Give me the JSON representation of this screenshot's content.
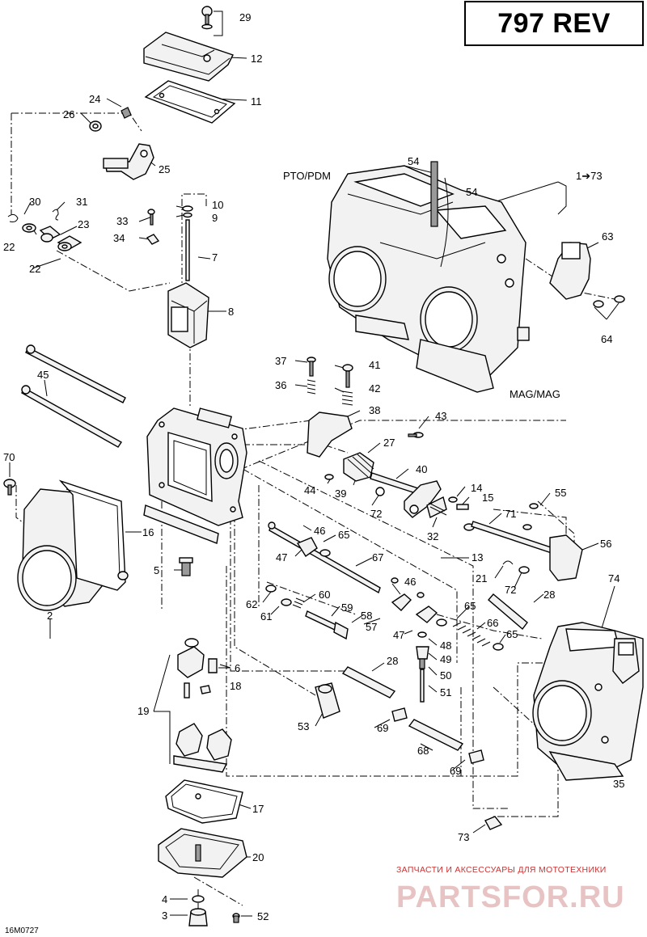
{
  "title": "797 REV",
  "drawing_code": "16M0727",
  "section_labels": {
    "pto": "PTO/PDM",
    "mag": "MAG/MAG",
    "assembly": "1➔73"
  },
  "watermark": {
    "caption": "ЗАПЧАСТИ И АКСЕССУАРЫ ДЛЯ МОТОТЕХНИКИ",
    "brand": "PARTSFOR.RU"
  },
  "callouts": [
    {
      "id": "c29",
      "text": "29"
    },
    {
      "id": "c12",
      "text": "12"
    },
    {
      "id": "c11",
      "text": "11"
    },
    {
      "id": "c24",
      "text": "24"
    },
    {
      "id": "c26",
      "text": "26"
    },
    {
      "id": "c25",
      "text": "25"
    },
    {
      "id": "c54a",
      "text": "54"
    },
    {
      "id": "c54b",
      "text": "54"
    },
    {
      "id": "c63",
      "text": "63"
    },
    {
      "id": "c64",
      "text": "64"
    },
    {
      "id": "c30",
      "text": "30"
    },
    {
      "id": "c31",
      "text": "31"
    },
    {
      "id": "c22a",
      "text": "22"
    },
    {
      "id": "c23",
      "text": "23"
    },
    {
      "id": "c22b",
      "text": "22"
    },
    {
      "id": "c10",
      "text": "10"
    },
    {
      "id": "c33",
      "text": "33"
    },
    {
      "id": "c9",
      "text": "9"
    },
    {
      "id": "c34",
      "text": "34"
    },
    {
      "id": "c7",
      "text": "7"
    },
    {
      "id": "c8",
      "text": "8"
    },
    {
      "id": "c45",
      "text": "45"
    },
    {
      "id": "c37",
      "text": "37"
    },
    {
      "id": "c41",
      "text": "41"
    },
    {
      "id": "c36",
      "text": "36"
    },
    {
      "id": "c42",
      "text": "42"
    },
    {
      "id": "c38",
      "text": "38"
    },
    {
      "id": "c43",
      "text": "43"
    },
    {
      "id": "c27",
      "text": "27"
    },
    {
      "id": "c40",
      "text": "40"
    },
    {
      "id": "c70",
      "text": "70"
    },
    {
      "id": "c44",
      "text": "44"
    },
    {
      "id": "c39",
      "text": "39"
    },
    {
      "id": "c14",
      "text": "14"
    },
    {
      "id": "c15",
      "text": "15"
    },
    {
      "id": "c55",
      "text": "55"
    },
    {
      "id": "c72a",
      "text": "72"
    },
    {
      "id": "c71",
      "text": "71"
    },
    {
      "id": "c16",
      "text": "16"
    },
    {
      "id": "c46a",
      "text": "46"
    },
    {
      "id": "c65a",
      "text": "65"
    },
    {
      "id": "c32",
      "text": "32"
    },
    {
      "id": "c47a",
      "text": "47"
    },
    {
      "id": "c13",
      "text": "13"
    },
    {
      "id": "c56",
      "text": "56"
    },
    {
      "id": "c67",
      "text": "67"
    },
    {
      "id": "c5",
      "text": "5"
    },
    {
      "id": "c21",
      "text": "21"
    },
    {
      "id": "c72b",
      "text": "72"
    },
    {
      "id": "c74",
      "text": "74"
    },
    {
      "id": "c46b",
      "text": "46"
    },
    {
      "id": "c28a",
      "text": "28"
    },
    {
      "id": "c60",
      "text": "60"
    },
    {
      "id": "c62",
      "text": "62"
    },
    {
      "id": "c59",
      "text": "59"
    },
    {
      "id": "c61",
      "text": "61"
    },
    {
      "id": "c58",
      "text": "58"
    },
    {
      "id": "c65b",
      "text": "65"
    },
    {
      "id": "c57",
      "text": "57"
    },
    {
      "id": "c66",
      "text": "66"
    },
    {
      "id": "c2",
      "text": "2"
    },
    {
      "id": "c47b",
      "text": "47"
    },
    {
      "id": "c65c",
      "text": "65"
    },
    {
      "id": "c48",
      "text": "48"
    },
    {
      "id": "c49",
      "text": "49"
    },
    {
      "id": "c6",
      "text": "6"
    },
    {
      "id": "c28b",
      "text": "28"
    },
    {
      "id": "c50",
      "text": "50"
    },
    {
      "id": "c18",
      "text": "18"
    },
    {
      "id": "c51",
      "text": "51"
    },
    {
      "id": "c19",
      "text": "19"
    },
    {
      "id": "c53",
      "text": "53"
    },
    {
      "id": "c69a",
      "text": "69"
    },
    {
      "id": "c68",
      "text": "68"
    },
    {
      "id": "c69b",
      "text": "69"
    },
    {
      "id": "c35",
      "text": "35"
    },
    {
      "id": "c17",
      "text": "17"
    },
    {
      "id": "c73",
      "text": "73"
    },
    {
      "id": "c20",
      "text": "20"
    },
    {
      "id": "c4",
      "text": "4"
    },
    {
      "id": "c3",
      "text": "3"
    },
    {
      "id": "c52",
      "text": "52"
    }
  ]
}
